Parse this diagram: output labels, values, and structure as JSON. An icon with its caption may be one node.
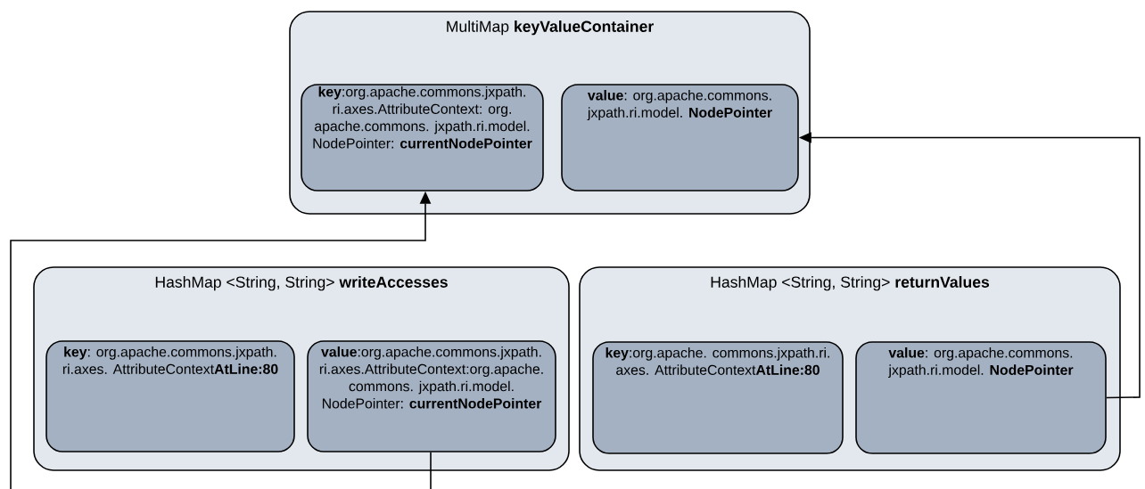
{
  "diagram": {
    "nodes": [
      {
        "text": [
          "MultiMap **keyValueContainer**"
        ]
      },
      {
        "text": [
          "**key**:org.apache.commons.jxpath.ri.axes.AttributeContext: org.apache.commons. jxpath.ri.model.NodePointer: **currentNodePointer**"
        ],
        "in": 0
      },
      {
        "text": [
          "**value**: org.apache.commons. jxpath.ri.model. **NodePointer**"
        ],
        "in": 0
      },
      {
        "text": [
          "HashMap <String, String> **writeAccesses**"
        ]
      },
      {
        "text": [
          "**key**: org.apache.commons.jxpath. ri.axes. AttributeContext**AtLine:80**"
        ],
        "in": 3
      },
      {
        "text": [
          "**value**:org.apache.commons.jxpath.ri.axes.AttributeContext:org.apache.commons. jxpath.ri.model.NodePointer: **currentNodePointer**"
        ],
        "in": 3
      },
      {
        "text": [
          "HashMap <String, String> **returnValues**"
        ]
      },
      {
        "text": [
          "**key**:org.apache. commons.jxpath.ri.axes. AttributeContext**AtLine:80**"
        ],
        "in": 6
      },
      {
        "text": [
          "**value**: org.apache.commons. jxpath.ri.model. **NodePointer**"
        ],
        "in": 6
      }
    ],
    "edges": [
      {
        "from": null,
        "to": 1,
        "arrow": "to"
      },
      {
        "from": 5,
        "to": null,
        "arrow": "none"
      },
      {
        "from": 8,
        "to": 2,
        "arrow": "to"
      }
    ]
  }
}
